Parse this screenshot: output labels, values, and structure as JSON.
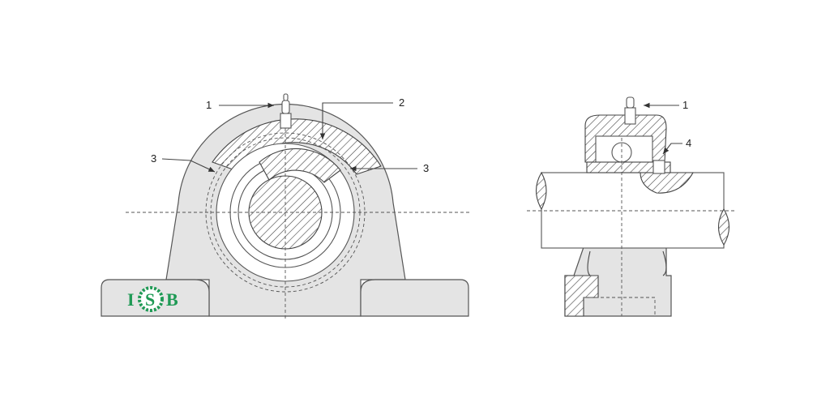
{
  "callouts": {
    "left": {
      "grease_fitting": "1",
      "housing": "2",
      "seal_left": "3",
      "seal_right": "3"
    },
    "right": {
      "grease_fitting": "1",
      "set_screw": "4"
    }
  },
  "logo": {
    "text": "ISB",
    "letters": [
      "I",
      "S",
      "B"
    ],
    "color": "#1f9a55"
  }
}
